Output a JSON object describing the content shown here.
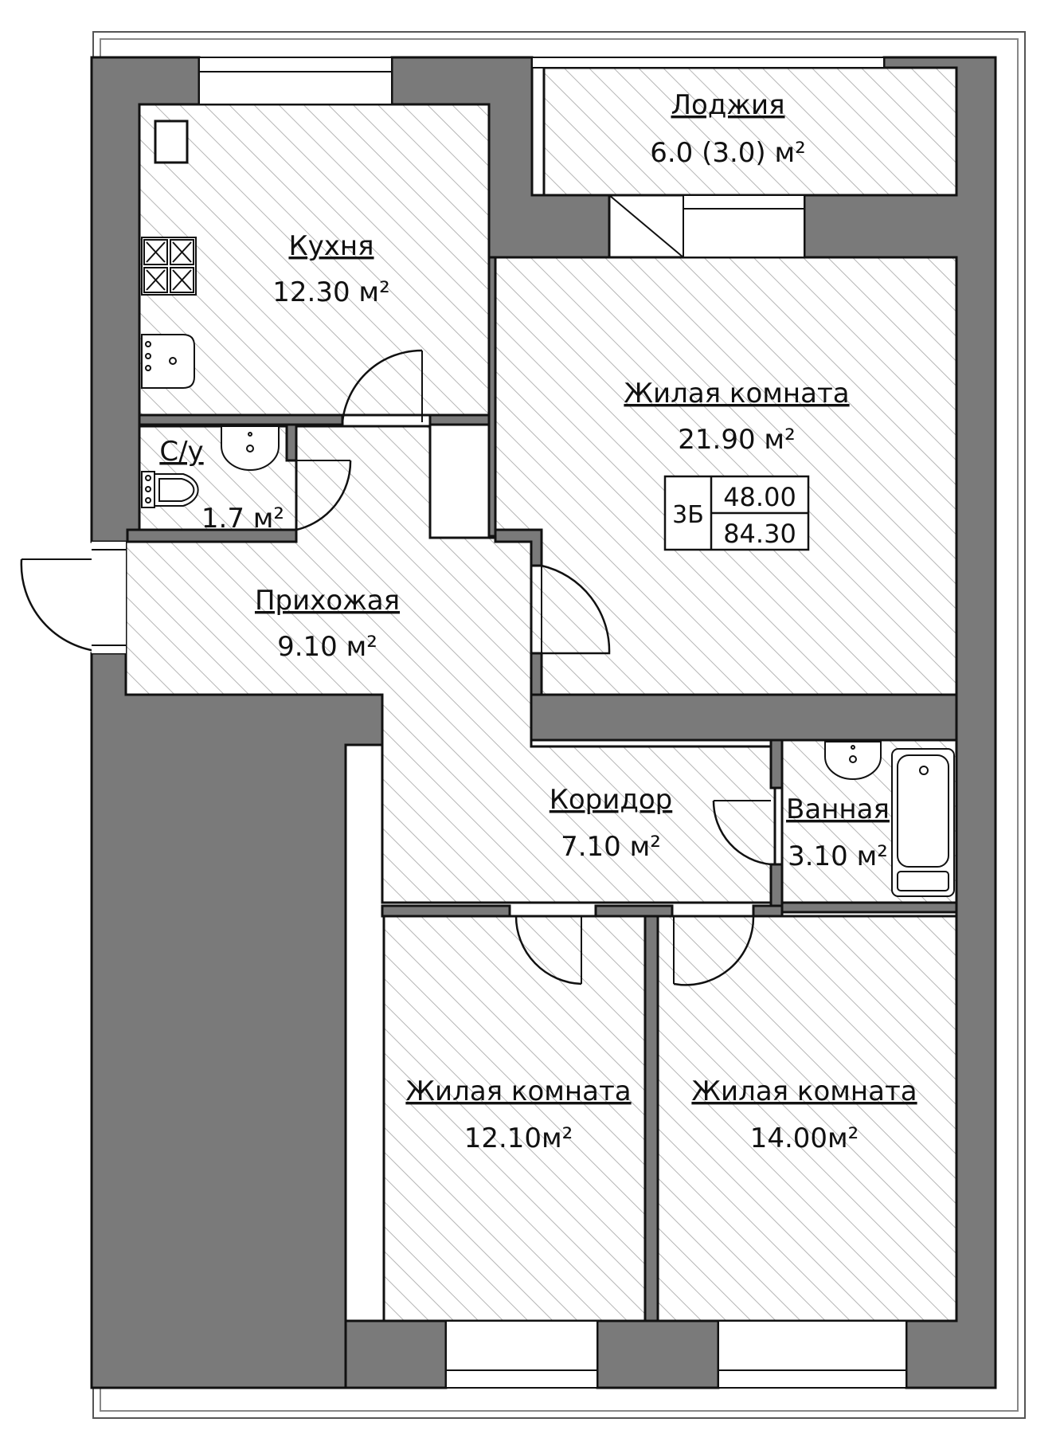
{
  "plan": {
    "rooms": [
      {
        "id": "loggia",
        "name": "Лоджия",
        "area": "6.0 (3.0) м²"
      },
      {
        "id": "kitchen",
        "name": "Кухня",
        "area": "12.30 м²"
      },
      {
        "id": "living-1",
        "name": "Жилая комната",
        "area": "21.90 м²"
      },
      {
        "id": "wc",
        "name": "С/у",
        "area": "1.7 м²"
      },
      {
        "id": "hall",
        "name": "Прихожая",
        "area": "9.10 м²"
      },
      {
        "id": "corridor",
        "name": "Коридор",
        "area": "7.10 м²"
      },
      {
        "id": "bathroom",
        "name": "Ванная",
        "area": "3.10 м²"
      },
      {
        "id": "living-2",
        "name": "Жилая комната",
        "area": "12.10м²"
      },
      {
        "id": "living-3",
        "name": "Жилая комната",
        "area": "14.00м²"
      }
    ],
    "summary": {
      "type": "3Б",
      "living_area": "48.00",
      "total_area": "84.30"
    },
    "colors": {
      "wall": "#7a7a7a",
      "outline": "#111111",
      "hatch": "#b5b5b5",
      "background": "#ffffff"
    }
  }
}
